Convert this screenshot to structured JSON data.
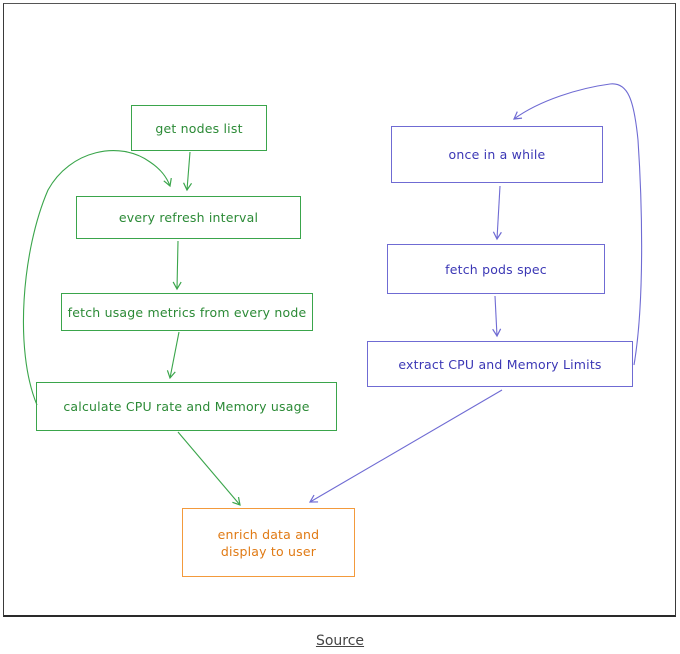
{
  "diagram": {
    "nodes": {
      "get_nodes_list": "get nodes list",
      "every_refresh_interval": "every refresh interval",
      "fetch_usage_metrics": "fetch usage metrics from every node",
      "calculate_cpu_rate": "calculate CPU rate and Memory usage",
      "once_in_a_while": "once in a while",
      "fetch_pods_spec": "fetch pods spec",
      "extract_limits": "extract CPU and Memory Limits",
      "enrich_data": "enrich data and display to user"
    },
    "colors": {
      "green_flow": "#3aa54b",
      "blue_flow": "#6f6bd3",
      "output": "#f39a3c"
    }
  },
  "footer": {
    "source_label": "Source"
  }
}
